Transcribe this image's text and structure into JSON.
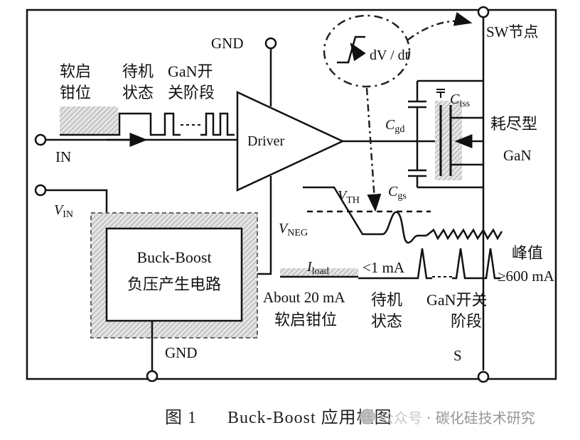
{
  "labels": {
    "gnd_top": "GND",
    "gnd_bottom": "GND",
    "sw_node": "SW节点",
    "dvdt": "dV / dt",
    "soft_start_1": "软启",
    "soft_start_2": "钳位",
    "standby_1": "待机",
    "standby_2": "状态",
    "gan_switch_1": "GaN开",
    "gan_switch_2": "关阶段",
    "in": "IN",
    "driver": "Driver",
    "ciss": "C",
    "ciss_sub": "iss",
    "cgd": "C",
    "cgd_sub": "gd",
    "cgs": "C",
    "cgs_sub": "gs",
    "depletion_1": "耗尽型",
    "depletion_2": "GaN",
    "vth": "V",
    "vth_sub": "TH",
    "vneg": "V",
    "vneg_sub": "NEG",
    "vin": "V",
    "vin_sub": "IN",
    "buck_boost_1": "Buck-Boost",
    "buck_boost_2": "负压产生电路",
    "iload": "I",
    "iload_sub": "load",
    "lt1ma": "<1 mA",
    "peak": "峰值",
    "gt600": "≥600 mA",
    "about20": "About 20 mA",
    "soft_clamp_bottom": "软启钳位",
    "standby_bottom_1": "待机",
    "standby_bottom_2": "状态",
    "gan_bottom_1": "GaN开关",
    "gan_bottom_2": "阶段",
    "s": "S"
  },
  "caption": {
    "figure_number": "图 1",
    "title": "Buck-Boost 应用框图"
  },
  "watermark": {
    "prefix": "公众号",
    "text": "· 碳化硅技术研究"
  }
}
